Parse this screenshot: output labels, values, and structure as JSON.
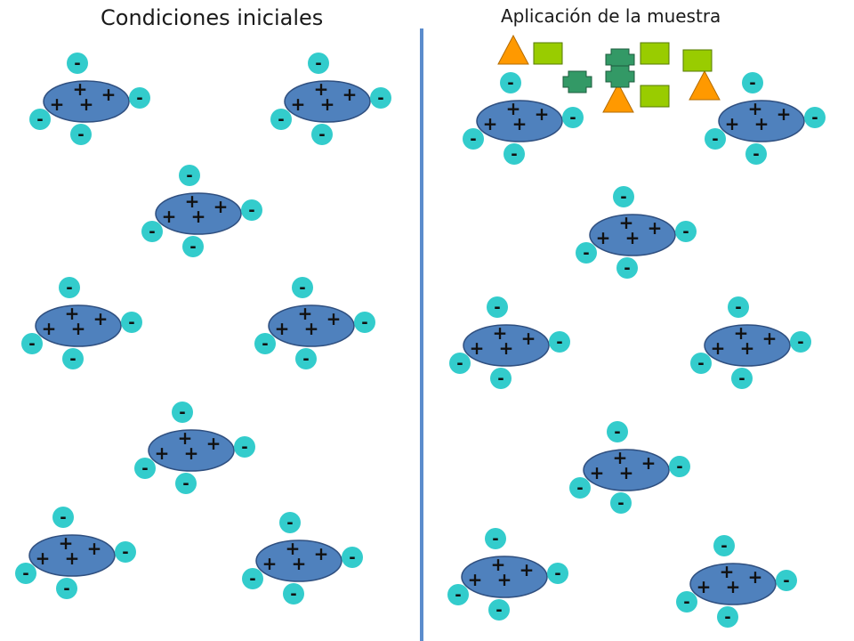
{
  "titles": {
    "left": "Condiciones iniciales",
    "right": "Aplicación de la muestra"
  },
  "symbols": {
    "positive": "+",
    "negative": "-"
  },
  "colors": {
    "particle_fill": "#4f81bd",
    "particle_stroke": "#2f4f7f",
    "counter_ion": "#33cccc",
    "triangle": "#ff9900",
    "square": "#99cc00",
    "cross": "#339966",
    "divider": "#5b8ccc"
  },
  "particles": {
    "left": [
      {
        "id": "L1"
      },
      {
        "id": "L2"
      },
      {
        "id": "L3"
      },
      {
        "id": "L4"
      },
      {
        "id": "L5"
      },
      {
        "id": "L6"
      },
      {
        "id": "L7"
      },
      {
        "id": "L8"
      }
    ],
    "right": [
      {
        "id": "R1"
      },
      {
        "id": "R2"
      },
      {
        "id": "R3"
      },
      {
        "id": "R4"
      },
      {
        "id": "R5"
      },
      {
        "id": "R6"
      },
      {
        "id": "R7"
      },
      {
        "id": "R8"
      }
    ]
  },
  "sample_molecules": {
    "triangles": 3,
    "squares": 4,
    "crosses": 3
  }
}
